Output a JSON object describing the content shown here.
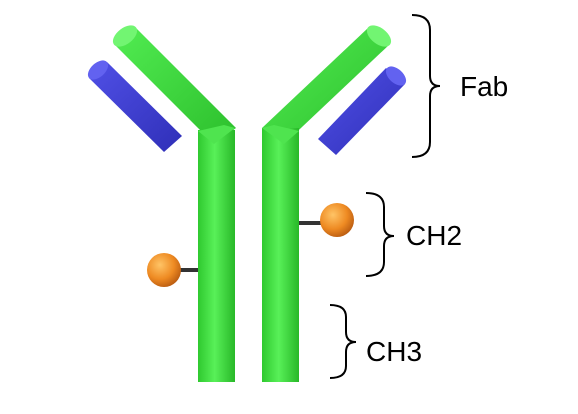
{
  "labels": {
    "fab": "Fab",
    "ch2": "CH2",
    "ch3": "CH3"
  },
  "colors": {
    "heavy_chain": "#3fdc3f",
    "light_chain": "#3f3fd2",
    "glycan": "#e88a1f",
    "linker": "#333333",
    "bracket": "#000000"
  }
}
